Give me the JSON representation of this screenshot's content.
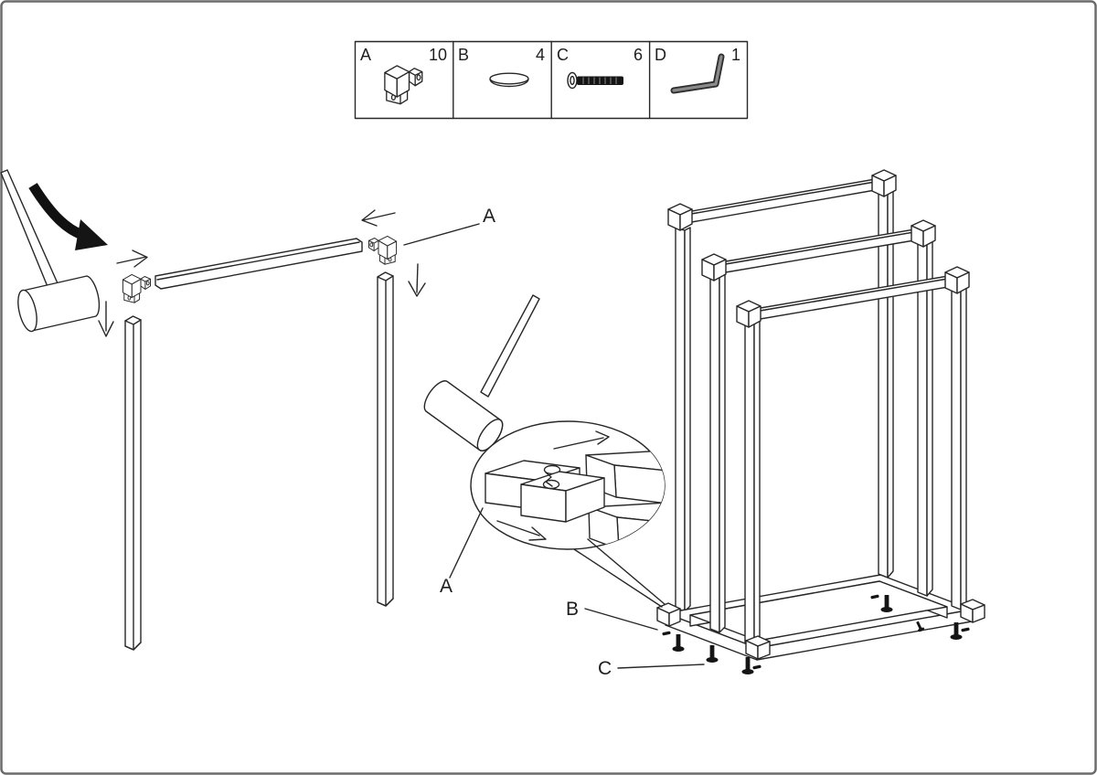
{
  "page": {
    "background": "#ffffff",
    "border_color": "#6b6b6b"
  },
  "parts_box": {
    "items": [
      {
        "letter": "A",
        "count": "10",
        "icon": "corner-connector-icon"
      },
      {
        "letter": "B",
        "count": "4",
        "icon": "end-cap-icon"
      },
      {
        "letter": "C",
        "count": "6",
        "icon": "screw-icon"
      },
      {
        "letter": "D",
        "count": "1",
        "icon": "allen-key-icon"
      }
    ]
  },
  "callouts": {
    "connector_top": "A",
    "connector_detail": "A",
    "cap": "B",
    "screw": "C"
  }
}
